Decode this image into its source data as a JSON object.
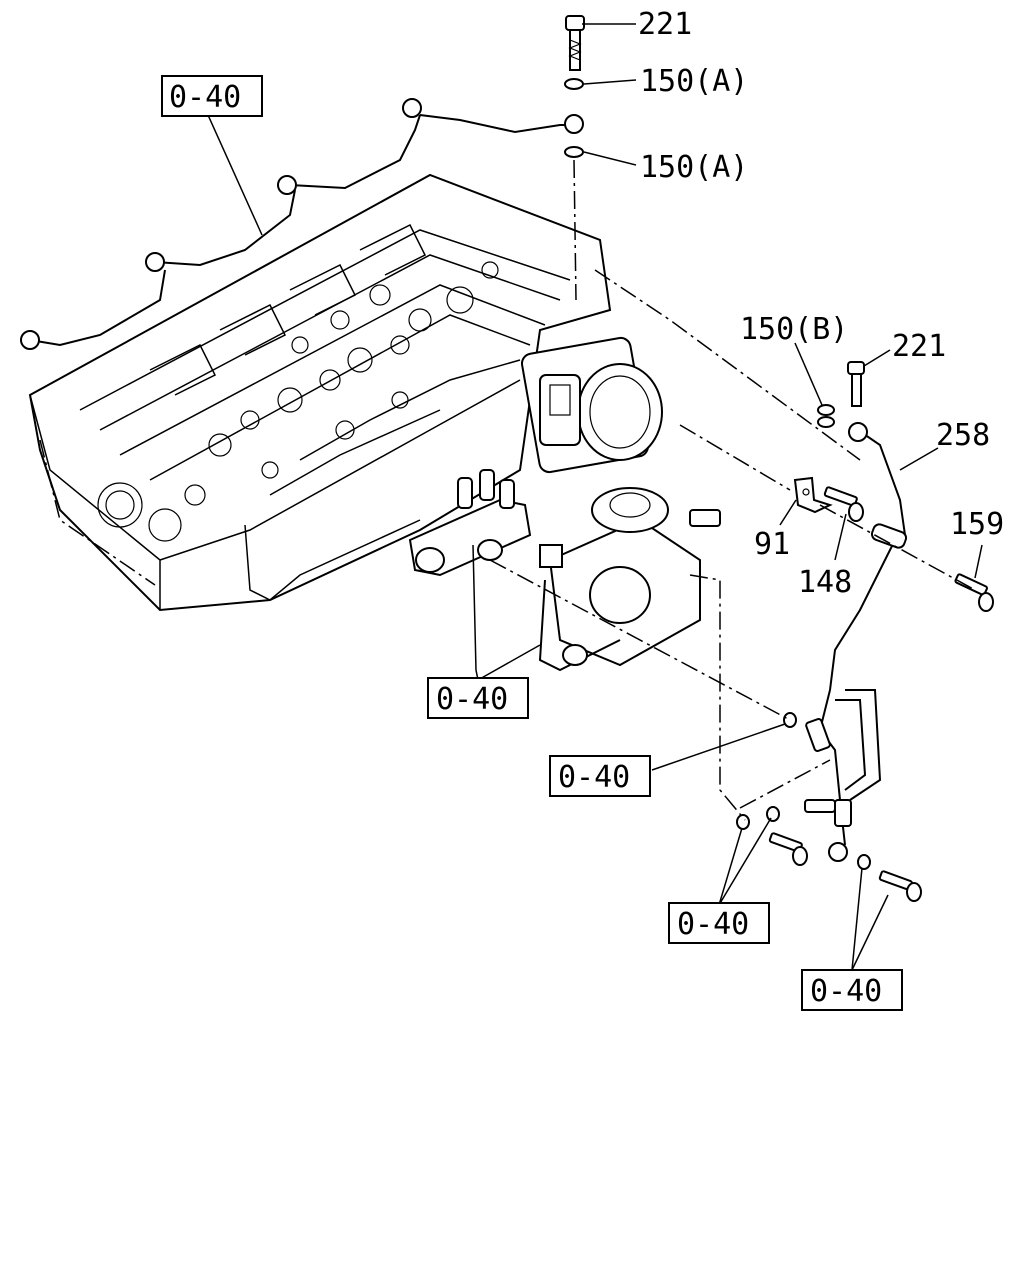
{
  "callouts": {
    "c221_top": "221",
    "c150a_1": "150(A)",
    "c150a_2": "150(A)",
    "c150b": "150(B)",
    "c221_right": "221",
    "c258": "258",
    "c159": "159",
    "c91": "91",
    "c148": "148"
  },
  "refs": {
    "ref_top": "0-40",
    "ref_mid": "0-40",
    "ref_pump": "0-40",
    "ref_bolts": "0-40",
    "ref_bottom": "0-40"
  }
}
